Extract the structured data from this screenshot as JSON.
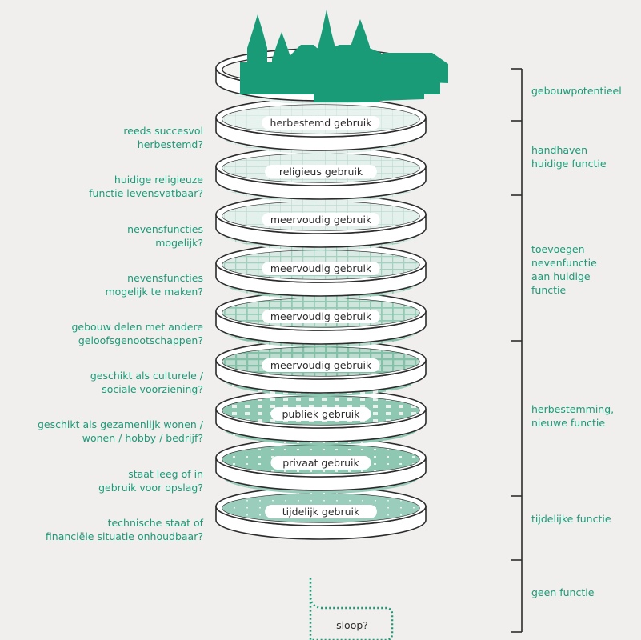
{
  "colors": {
    "accent": "#1a9b78",
    "light_fill": "#e8f3ef",
    "mid_fill": "#9acdbb",
    "background": "#f0efee",
    "outline": "#2c2c2c"
  },
  "icon": "church-building-icon",
  "questions": [
    [
      "reeds succesvol",
      "herbestemd?"
    ],
    [
      "huidige religieuze",
      "functie levensvatbaar?"
    ],
    [
      "nevensfuncties",
      "mogelijk?"
    ],
    [
      "nevensfuncties",
      "mogelijk te maken?"
    ],
    [
      "gebouw delen met andere",
      "geloofsgenootschappen?"
    ],
    [
      "geschikt als culturele /",
      "sociale voorziening?"
    ],
    [
      "geschikt als gezamenlijk wonen /",
      "wonen / hobby / bedrijf?"
    ],
    [
      "staat leeg of in",
      "gebruik voor opslag?"
    ],
    [
      "technische staat of",
      "financiële situatie onhoudbaar?"
    ]
  ],
  "layers": [
    {
      "label": "herbestemd gebruik",
      "level": 0
    },
    {
      "label": "religieus gebruik",
      "level": 1
    },
    {
      "label": "meervoudig gebruik",
      "level": 1
    },
    {
      "label": "meervoudig gebruik",
      "level": 2
    },
    {
      "label": "meervoudig gebruik",
      "level": 3
    },
    {
      "label": "meervoudig gebruik",
      "level": 4
    },
    {
      "label": "publiek gebruik",
      "level": 5
    },
    {
      "label": "privaat gebruik",
      "level": 6
    },
    {
      "label": "tijdelijk gebruik",
      "level": 7
    }
  ],
  "categories": [
    [
      "gebouwpotentieel"
    ],
    [
      "handhaven",
      "huidige functie"
    ],
    [
      "toevoegen",
      "nevenfunctie",
      "aan huidige",
      "functie"
    ],
    [
      "herbestemming,",
      "nieuwe functie"
    ],
    [
      "tijdelijke functie"
    ],
    [
      "geen functie"
    ]
  ],
  "bottom_label": "sloop?"
}
